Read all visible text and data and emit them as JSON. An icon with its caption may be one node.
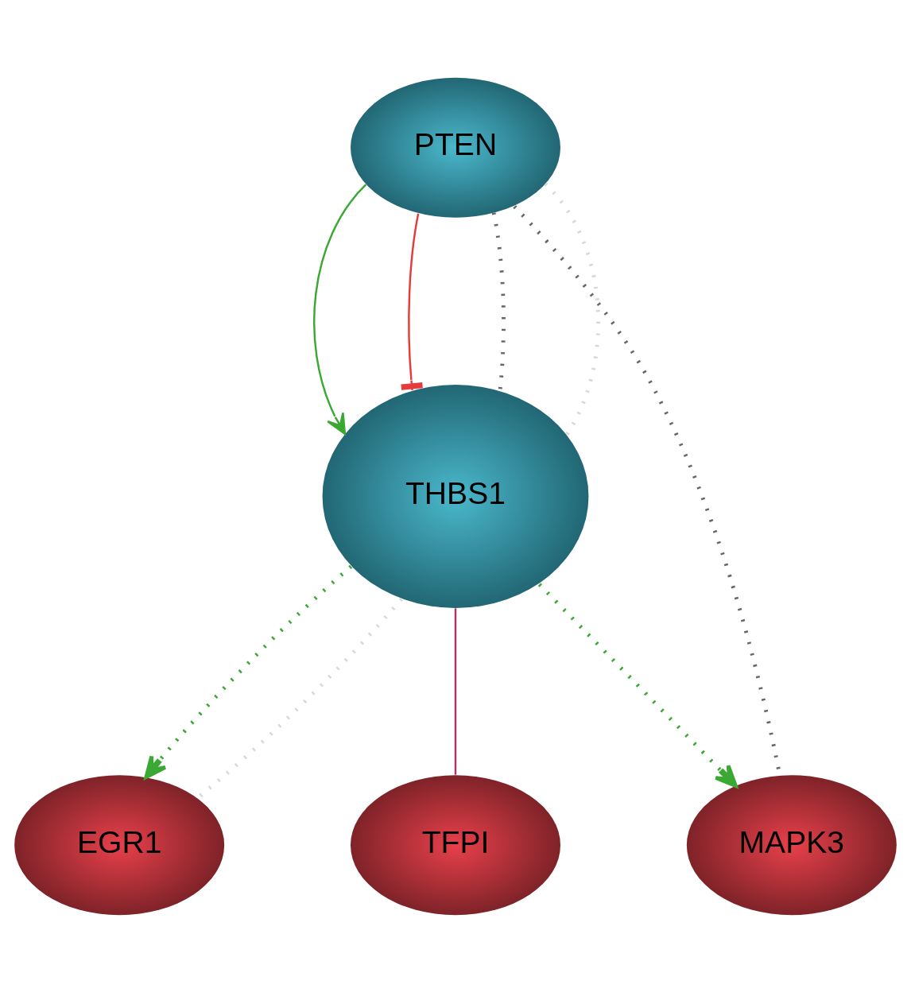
{
  "diagram": {
    "nodes": [
      {
        "text": [
          "EGR1"
        ]
      },
      {
        "text": [
          "TFPI"
        ]
      },
      {
        "text": [
          "THBS1"
        ]
      },
      {
        "text": [
          "PTEN"
        ]
      },
      {
        "text": [
          "MAPK3"
        ]
      }
    ],
    "edges": [
      {
        "from": 2,
        "to": 0,
        "arrow": "to",
        "style": "dashed",
        "color": "#3aa832"
      },
      {
        "from": 2,
        "to": 0,
        "arrow": "none",
        "style": "dashed",
        "color": "#d8d8d8"
      },
      {
        "from": 2,
        "to": 4,
        "arrow": "to",
        "style": "dashed",
        "color": "#3aa832"
      },
      {
        "from": 2,
        "to": 1,
        "arrow": "none",
        "color": "#b0306a"
      },
      {
        "from": 3,
        "to": 2,
        "arrow": "to",
        "color": "#3aa832"
      },
      {
        "from": 3,
        "to": 2,
        "arrow": "other",
        "color": "#e83a3a"
      },
      {
        "from": 3,
        "to": 2,
        "arrow": "none",
        "style": "dashed",
        "color": "#666666"
      },
      {
        "from": 3,
        "to": 2,
        "arrow": "none",
        "style": "dashed",
        "color": "#d8d8d8"
      },
      {
        "from": 3,
        "to": 4,
        "arrow": "none",
        "style": "dashed",
        "color": "#666666"
      }
    ]
  }
}
